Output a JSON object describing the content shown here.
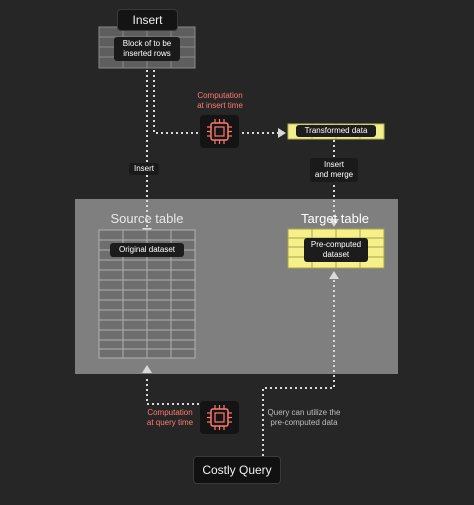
{
  "insert_button": "Insert",
  "block_label": "Block of to be inserted rows",
  "computation_insert": [
    "Computation",
    "at insert time"
  ],
  "transformed_data": "Transformed data",
  "insert_arrow_label": "Insert",
  "insert_merge_label": [
    "Insert",
    "and merge"
  ],
  "source_table_title": "Source table",
  "original_dataset": "Original dataset",
  "target_table_title": "Target table",
  "precomputed_label": [
    "Pre-computed",
    "dataset"
  ],
  "computation_query": [
    "Computation",
    "at query time"
  ],
  "query_utilize": [
    "Query can utilize the",
    "pre-computed data"
  ],
  "costly_query": "Costly Query",
  "colors": {
    "background": "#262626",
    "panel": "#808080",
    "accent_red": "#ff7a6e",
    "yellow": "#f5f08a"
  }
}
